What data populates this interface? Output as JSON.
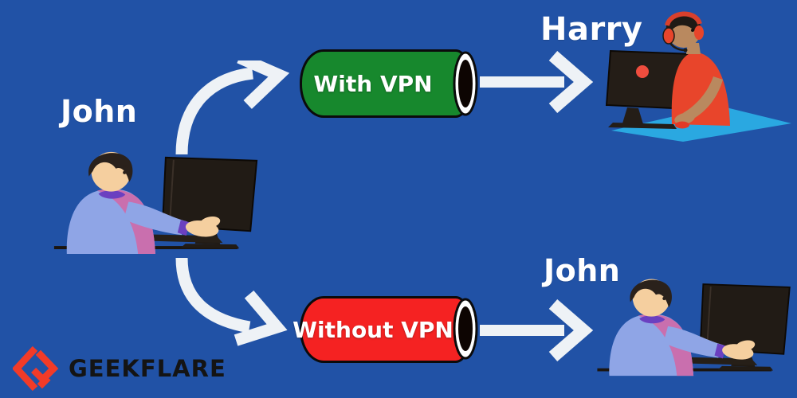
{
  "sender": {
    "name": "John"
  },
  "paths": [
    {
      "id": "with_vpn",
      "tunnel_label": "With VPN",
      "tunnel_color": "#17882d",
      "receiver_name": "Harry"
    },
    {
      "id": "without_vpn",
      "tunnel_label": "Without VPN",
      "tunnel_color": "#f52222",
      "receiver_name": "John"
    }
  ],
  "branding": {
    "wordmark": "GEEKFLARE",
    "logo_icon": "geekflare-logo-icon",
    "logo_color": "#f23b28",
    "wordmark_color": "#141414"
  },
  "colors": {
    "background": "#2152a6",
    "arrow": "#eef2f6",
    "tunnel_border": "#0b0b0b",
    "tunnel_text": "#ffffff",
    "name_text": "#ffffff"
  }
}
